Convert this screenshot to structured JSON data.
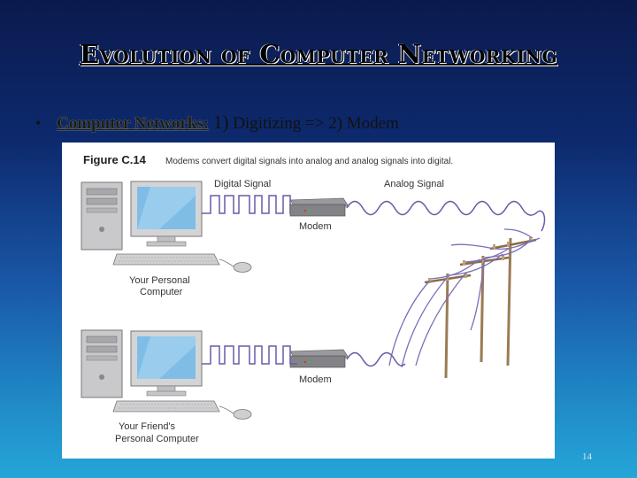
{
  "slide": {
    "title": "Evolution of Computer Networking",
    "bullet_marker": "•",
    "bullet_head": "Computer Networks:",
    "bullet_step1_num": "1)",
    "bullet_step1_text": "Digitizing => 2) Modem",
    "page_number": "14"
  },
  "figure": {
    "label": "Figure C.14",
    "caption": "Modems convert digital signals into analog and analog signals into digital.",
    "digital_signal_label": "Digital Signal",
    "analog_signal_label": "Analog Signal",
    "modem_top_label": "Modem",
    "modem_bottom_label": "Modem",
    "computer_top_label_line1": "Your Personal",
    "computer_top_label_line2": "Computer",
    "computer_bottom_label_line1": "Your Friend's",
    "computer_bottom_label_line2": "Personal Computer"
  }
}
